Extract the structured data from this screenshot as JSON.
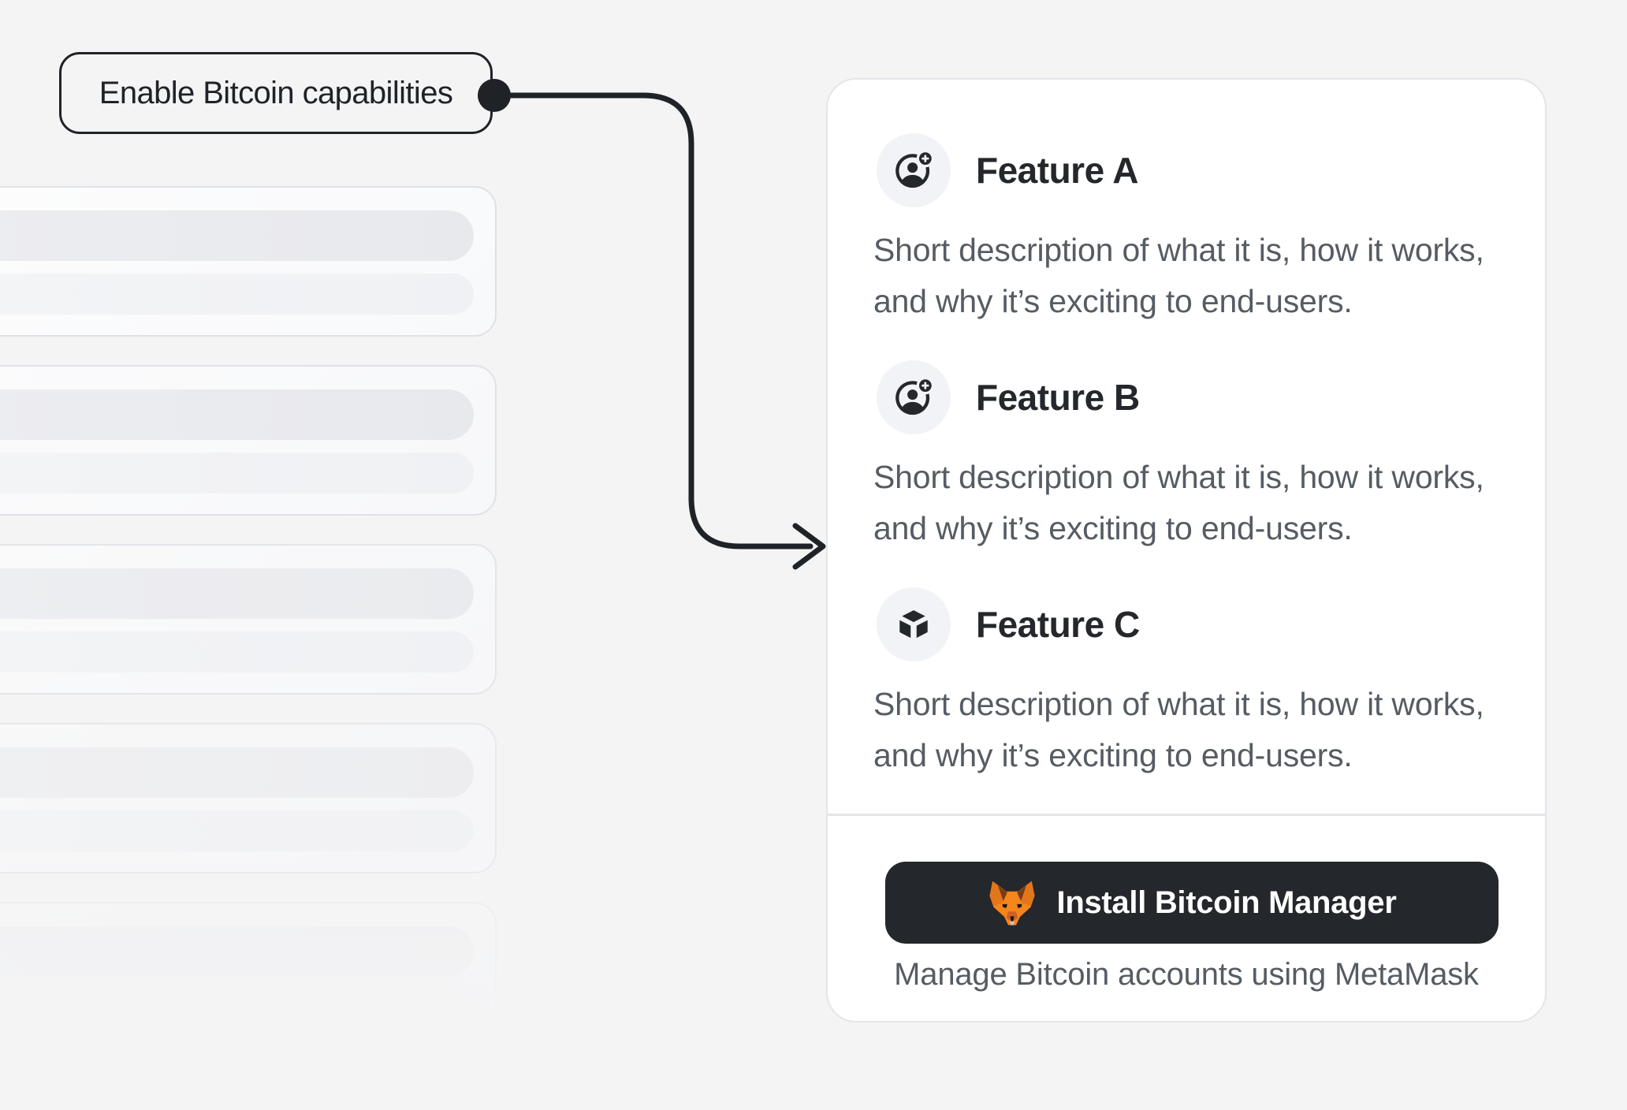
{
  "page": {
    "background_color": "#f4f4f5"
  },
  "annotation": {
    "label": "Enable Bitcoin capabilities",
    "connector_style": "elbow-arrow-with-dot"
  },
  "card": {
    "features": [
      {
        "icon": "user-add-icon",
        "title": "Feature A",
        "description": "Short description of what it is, how it works, and why it’s exciting to end-users."
      },
      {
        "icon": "user-add-icon",
        "title": "Feature B",
        "description": "Short description of what it is, how it works, and why it’s exciting to end-users."
      },
      {
        "icon": "cube-icon",
        "title": "Feature C",
        "description": "Short description of what it is, how it works, and why it’s exciting to end-users."
      }
    ],
    "footer": {
      "button_icon": "metamask-fox-icon",
      "button_label": "Install Bitcoin Manager",
      "caption": "Manage Bitcoin accounts using MetaMask"
    }
  },
  "skeleton_list": {
    "card_count": 5,
    "bars_per_card": 2
  },
  "colors": {
    "ink": "#1f2226",
    "dark": "#24272b",
    "secondary_text": "#565c63",
    "card_border": "#e3e5e9",
    "icon_bubble": "#f2f3f6",
    "fox_orange": "#f6851b",
    "fox_dark_orange": "#e2761b",
    "fox_brown": "#763d16",
    "fox_tan": "#d5bfb2"
  }
}
